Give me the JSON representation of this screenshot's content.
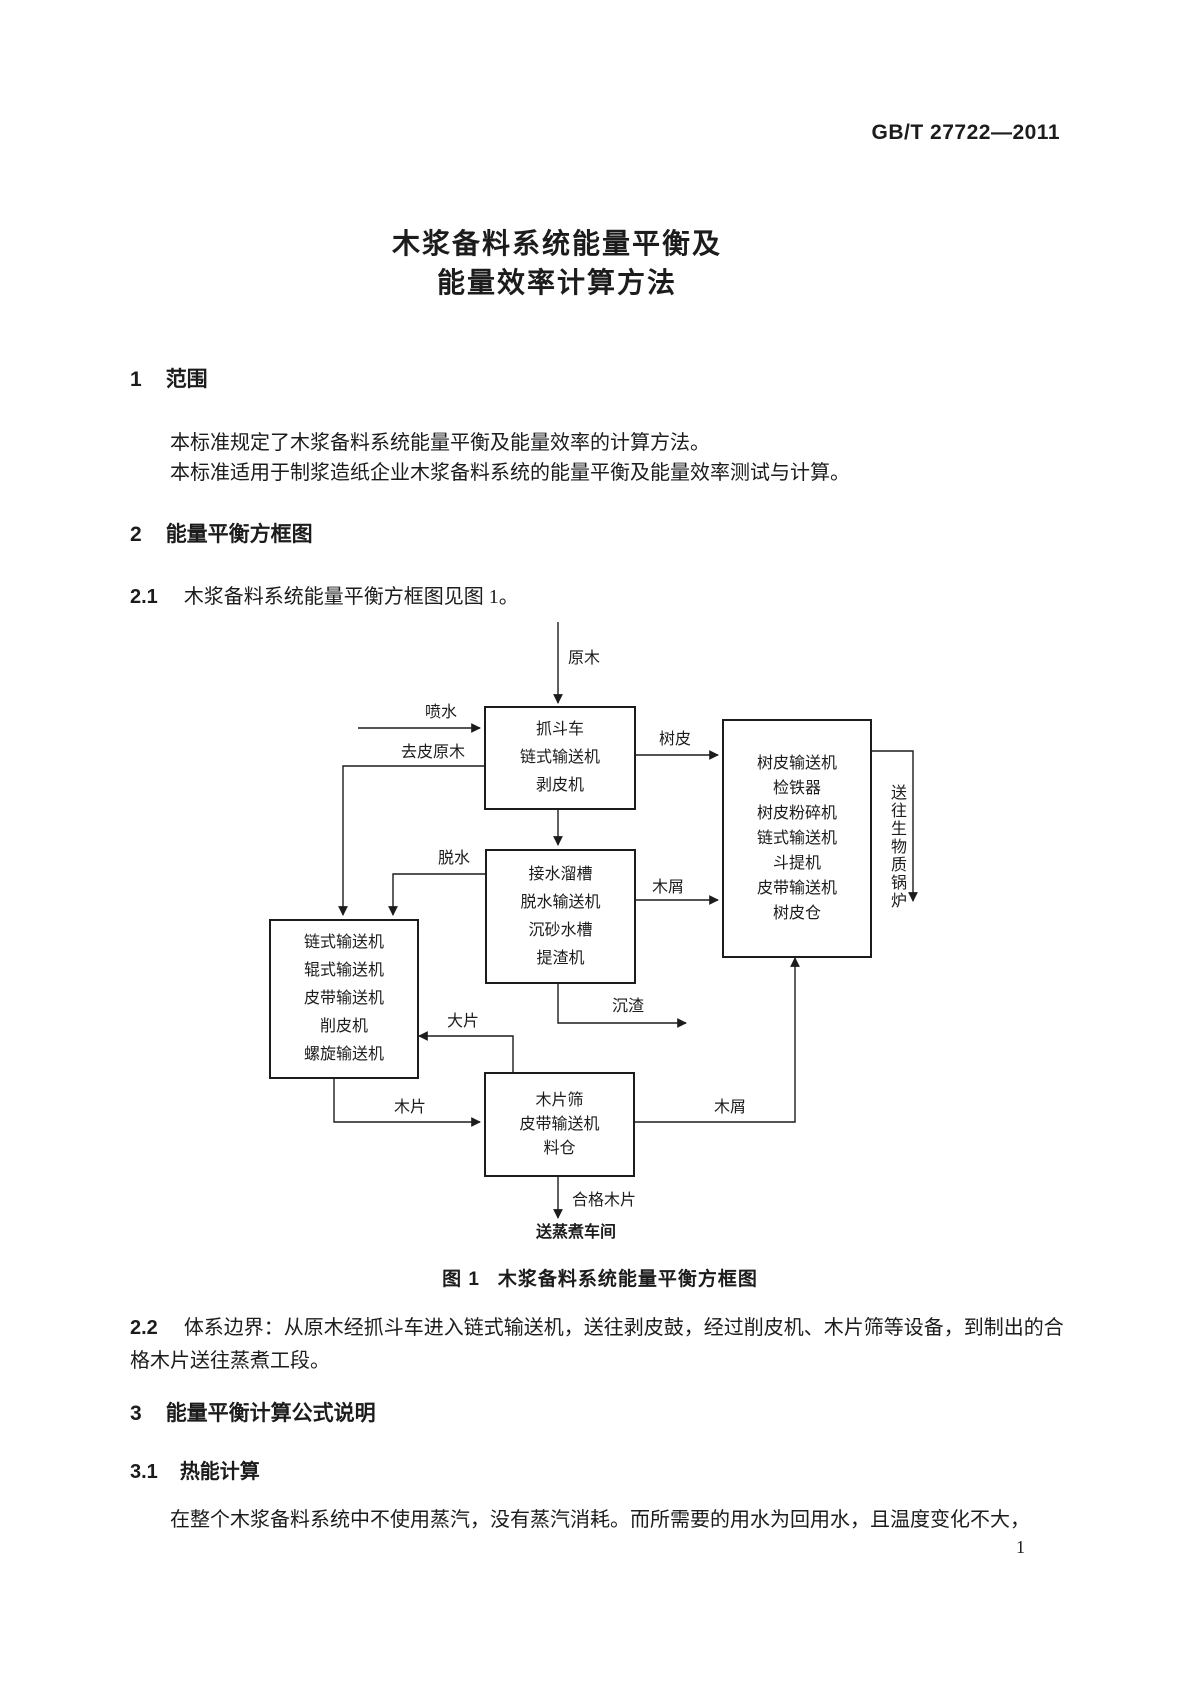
{
  "colors": {
    "ink": "#1c1c1c",
    "paper": "#ffffff"
  },
  "doc": {
    "number": "GB/T 27722—2011",
    "title_line1": "木浆备料系统能量平衡及",
    "title_line2": "能量效率计算方法",
    "page_number": "1"
  },
  "s1": {
    "num": "1",
    "title": "范围",
    "p1": "本标准规定了木浆备料系统能量平衡及能量效率的计算方法。",
    "p2": "本标准适用于制浆造纸企业木浆备料系统的能量平衡及能量效率测试与计算。"
  },
  "s2": {
    "num": "2",
    "title": "能量平衡方框图",
    "c21_num": "2.1",
    "c21_text": "木浆备料系统能量平衡方框图见图 1。",
    "c22_num": "2.2",
    "c22_text": "体系边界：从原木经抓斗车进入链式输送机，送往剥皮鼓，经过削皮机、木片筛等设备，到制出的合格木片送往蒸煮工段。"
  },
  "s3": {
    "num": "3",
    "title": "能量平衡计算公式说明",
    "c31_num": "3.1",
    "c31_title": "热能计算",
    "p1": "在整个木浆备料系统中不使用蒸汽，没有蒸汽消耗。而所需要的用水为回用水，且温度变化不大，"
  },
  "figure": {
    "caption_num": "图 1",
    "caption_title": "木浆备料系统能量平衡方框图"
  },
  "diagram": {
    "boxes": {
      "grab": [
        "抓斗车",
        "链式输送机",
        "剥皮机"
      ],
      "dewater": [
        "接水溜槽",
        "脱水输送机",
        "沉砂水槽",
        "提渣机"
      ],
      "conveyor": [
        "链式输送机",
        "辊式输送机",
        "皮带输送机",
        "削皮机",
        "螺旋输送机"
      ],
      "bark": [
        "树皮输送机",
        "检铁器",
        "树皮粉碎机",
        "链式输送机",
        "斗提机",
        "皮带输送机",
        "树皮仓"
      ],
      "screen": [
        "木片筛",
        "皮带输送机",
        "料仓"
      ]
    },
    "flows": {
      "raw_wood": "原木",
      "spray_water": "喷水",
      "debarked_wood": "去皮原木",
      "bark": "树皮",
      "dewater": "脱水",
      "sawdust_top": "木屑",
      "to_boiler": "送往生物质锅炉",
      "sediment": "沉渣",
      "large_pieces": "大片",
      "chips": "木片",
      "sawdust_bottom": "木屑",
      "qualified_chips": "合格木片",
      "to_cooking": "送蒸煮车间"
    }
  }
}
